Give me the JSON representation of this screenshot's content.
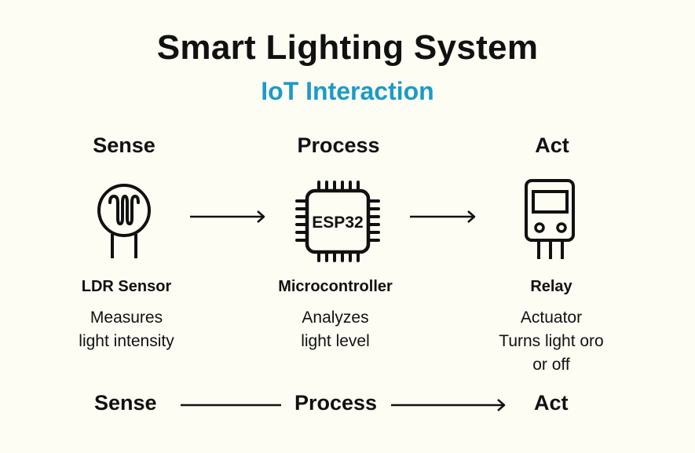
{
  "title": "Smart Lighting System",
  "subtitle": "IoT Interaction",
  "accent_color": "#1c9bc6",
  "stages": [
    {
      "heading": "Sense",
      "icon": "ldr-sensor-icon",
      "component": "LDR Sensor",
      "description": [
        "Measures",
        "light intensity"
      ]
    },
    {
      "heading": "Process",
      "icon": "microcontroller-chip-icon",
      "chip_label": "ESP32",
      "component": "Microcontroller",
      "description": [
        "Analyzes",
        "light level"
      ]
    },
    {
      "heading": "Act",
      "icon": "relay-icon",
      "component": "Relay",
      "description": [
        "Actuator",
        "Turns light oro",
        "or off"
      ]
    }
  ],
  "flow": {
    "labels": [
      "Sense",
      "Process",
      "Act"
    ]
  }
}
